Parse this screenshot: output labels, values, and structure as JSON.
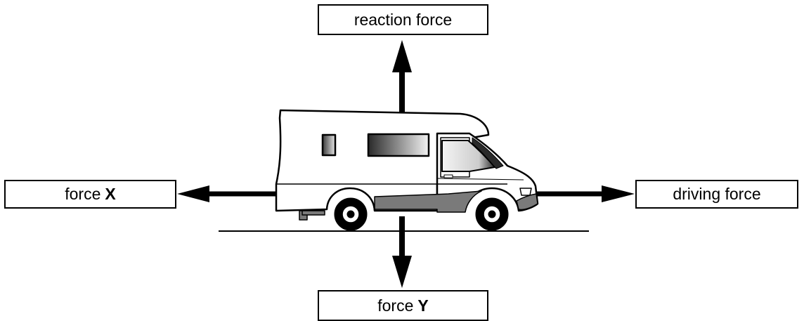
{
  "labels": {
    "reaction": {
      "text": "reaction force"
    },
    "force_x": {
      "prefix": "force",
      "letter": "X"
    },
    "driving": {
      "text": "driving force"
    },
    "force_y": {
      "prefix": "force",
      "letter": "Y"
    }
  },
  "colors": {
    "ink": "#000000",
    "background": "#ffffff",
    "body_shading": "#7a7a7a",
    "window_gradient_dark": "#2a2a2a",
    "window_gradient_light": "#f2f2f2"
  },
  "arrows": [
    {
      "name": "reaction-force-arrow",
      "direction": "up"
    },
    {
      "name": "force-x-arrow",
      "direction": "left"
    },
    {
      "name": "driving-force-arrow",
      "direction": "right"
    },
    {
      "name": "force-y-arrow",
      "direction": "down"
    }
  ],
  "vehicle": "motorhome-icon"
}
